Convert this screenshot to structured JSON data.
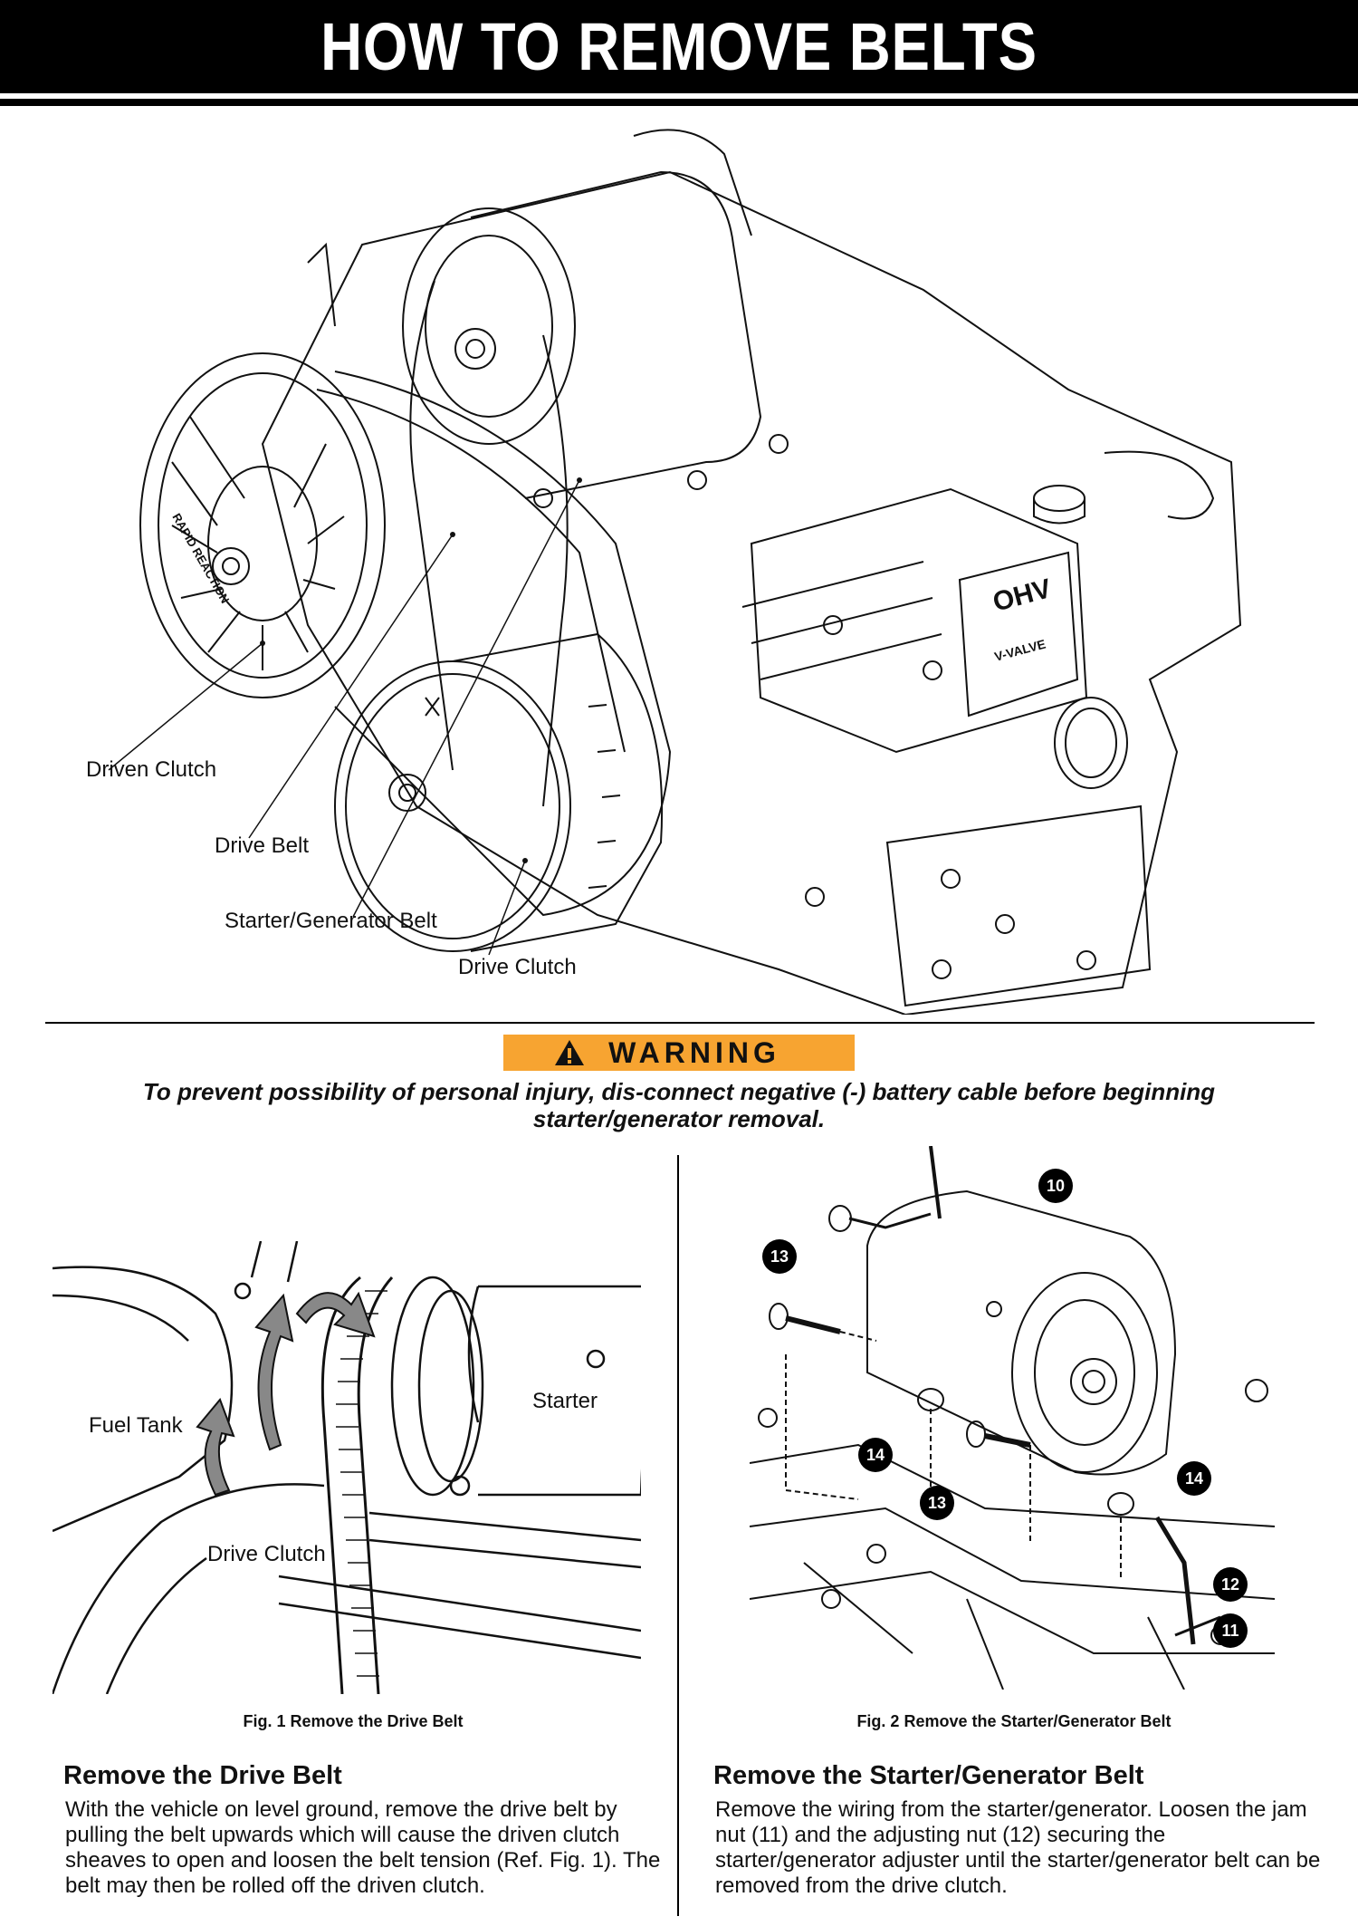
{
  "header": {
    "title": "HOW TO REMOVE BELTS"
  },
  "engine_figure": {
    "callouts": [
      "Driven Clutch",
      "Drive Belt",
      "Starter/Generator Belt",
      "Drive Clutch"
    ],
    "stamped_text": [
      "OHV",
      "V-VALVE",
      "RAPID REACTION"
    ]
  },
  "warning": {
    "label": "WARNING",
    "message": "To prevent possibility of personal injury, dis-connect negative (-) battery cable before beginning starter/generator removal.",
    "colors": {
      "banner": "#f7a431"
    },
    "icon": "warning-triangle-icon"
  },
  "figure1": {
    "labels": {
      "fuel_tank": "Fuel Tank",
      "starter": "Starter",
      "drive_clutch": "Drive Clutch"
    },
    "caption": "Fig. 1  Remove the Drive Belt"
  },
  "figure2": {
    "badges": [
      "10",
      "13",
      "14",
      "13",
      "14",
      "12",
      "11"
    ],
    "caption": "Fig. 2  Remove the Starter/Generator Belt"
  },
  "left_section": {
    "heading": "Remove the Drive Belt",
    "body": "With the vehicle on level ground, remove the drive belt by pulling the belt upwards which will cause the driven clutch sheaves to open and loosen the belt tension (Ref. Fig. 1). The belt may then be rolled off the driven clutch."
  },
  "right_section": {
    "heading": "Remove the Starter/Generator Belt",
    "body": "Remove the wiring from the starter/generator. Loosen the jam nut (11) and the adjusting nut (12) securing the starter/generator adjuster until the starter/generator belt can be removed from the drive clutch."
  }
}
